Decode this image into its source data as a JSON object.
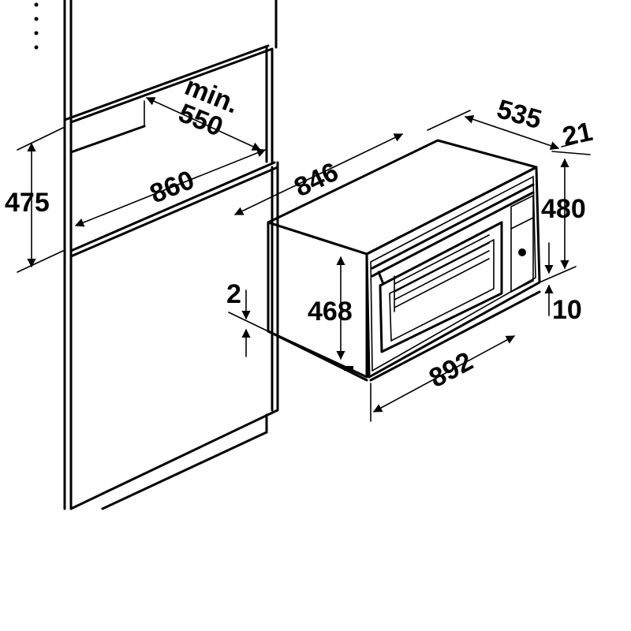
{
  "dimensions": {
    "niche_height": "475",
    "niche_width": "860",
    "niche_depth_min": "min.",
    "niche_depth": "550",
    "oven_depth": "846",
    "oven_side_depth": "535",
    "front_thickness": "21",
    "front_height": "480",
    "body_height": "468",
    "gap_top": "2",
    "gap_bottom": "10",
    "front_width": "892"
  }
}
